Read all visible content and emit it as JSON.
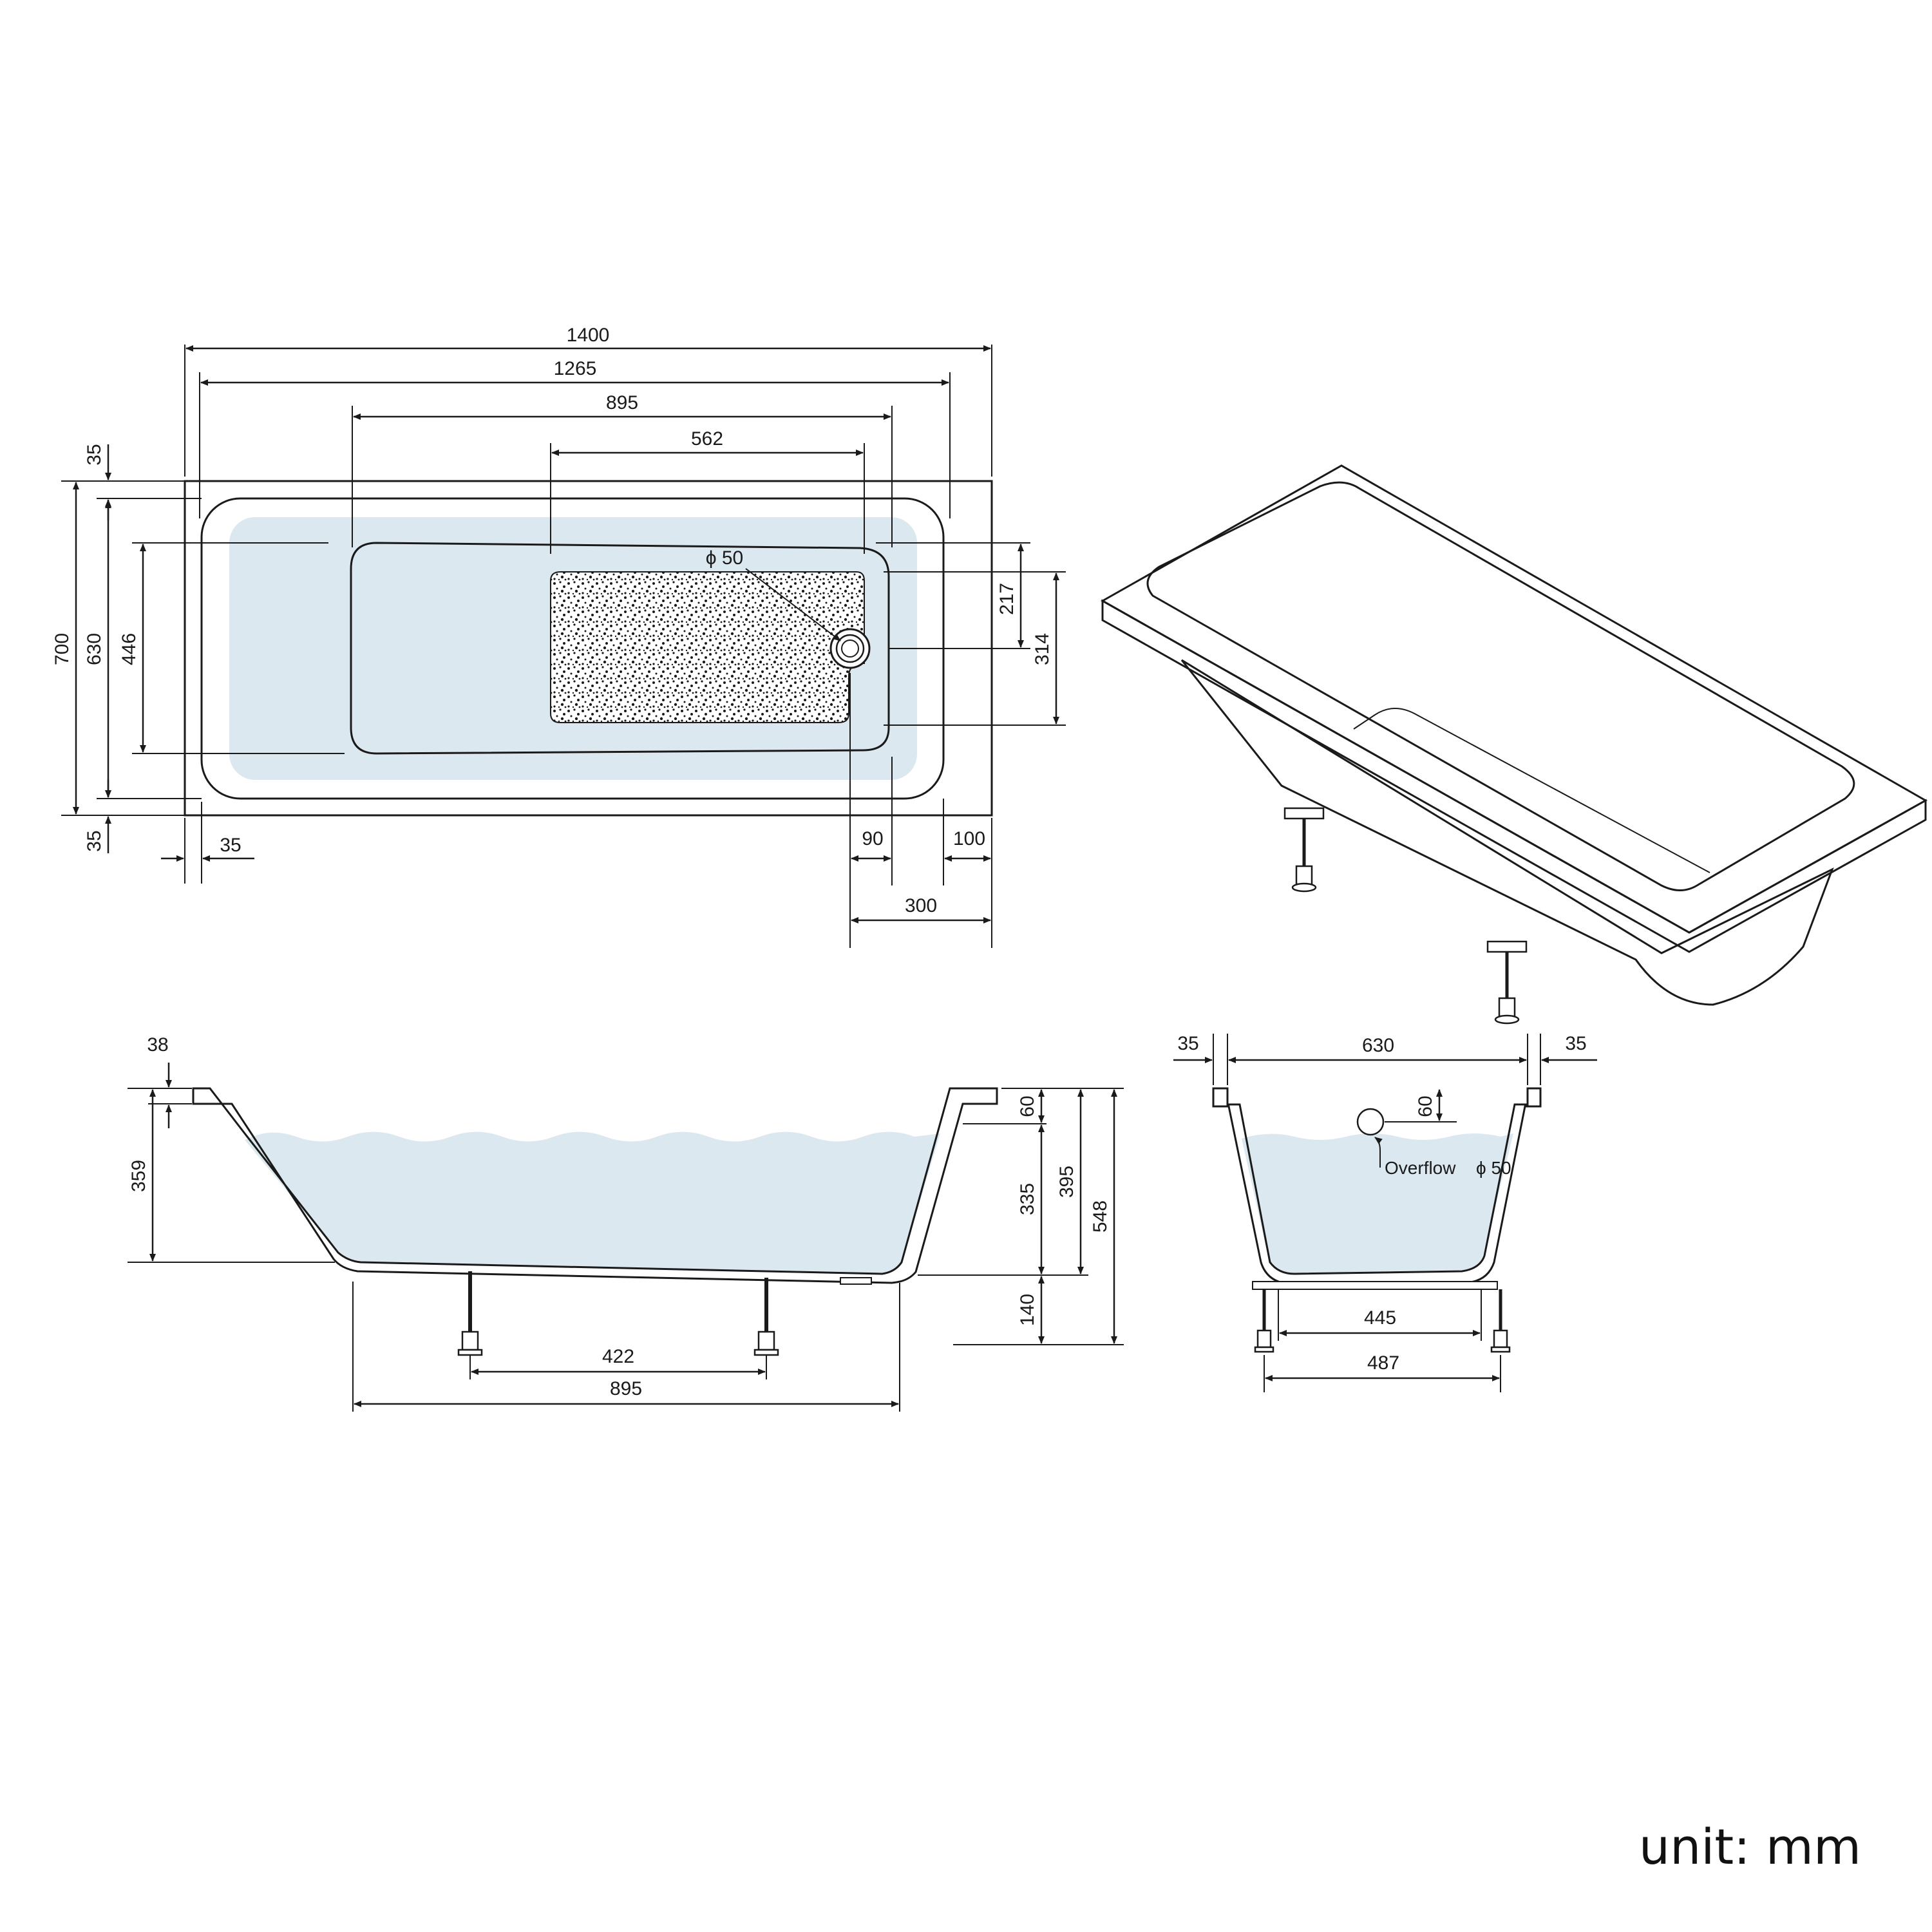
{
  "unit_label": "unit: mm",
  "colors": {
    "water": "#dce8ef",
    "line": "#1a1a1a",
    "background": "#ffffff"
  },
  "plan_view": {
    "overall_length": "1400",
    "rim_inner_length": "1265",
    "floor_length": "895",
    "textured_area_length": "562",
    "overall_width": "700",
    "inner_width": "630",
    "floor_width": "446",
    "rim_top": "35",
    "rim_bottom": "35",
    "rim_left": "35",
    "drain_label": "ϕ 50",
    "drain_offset_a": "217",
    "drain_offset_b": "314",
    "floor_to_rim_end": "90",
    "rim_end": "100",
    "drain_to_end": "300"
  },
  "side_section": {
    "rim_thickness": "38",
    "inner_depth_left": "359",
    "overflow_from_top": "60",
    "water_depth": "335",
    "inner_depth": "395",
    "overall_height": "548",
    "leg_height": "140",
    "leg_spacing": "422",
    "floor_length": "895"
  },
  "end_section": {
    "rim_left": "35",
    "inner_width": "630",
    "rim_right": "35",
    "overflow_from_top": "60",
    "overflow_label": "Overflow",
    "overflow_diameter": "ϕ 50",
    "floor_width": "445",
    "leg_spacing": "487"
  }
}
